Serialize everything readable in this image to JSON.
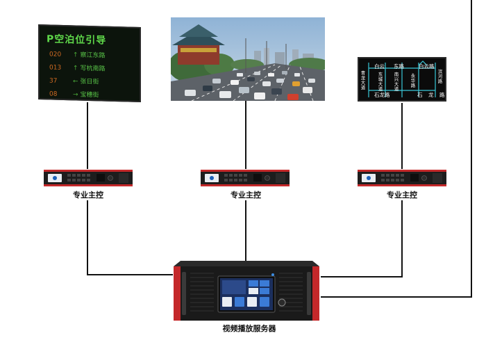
{
  "screens": {
    "parking": {
      "title": "P空泊位引导",
      "rows": [
        {
          "num": "020",
          "arrow": "↑",
          "name": "察江东路"
        },
        {
          "num": "013",
          "arrow": "↑",
          "name": "写杭南路"
        },
        {
          "num": "37",
          "arrow": "←",
          "name": "张日街"
        },
        {
          "num": "08",
          "arrow": "→",
          "name": "宝穗街"
        }
      ]
    },
    "map": {
      "labels": [
        "白云",
        "东路",
        "白云路",
        "石龙路",
        "石",
        "龙",
        "路"
      ],
      "vertical_labels": [
        "青龙大道",
        "东城大道",
        "南兴大道",
        "永华路",
        "滨河路"
      ]
    }
  },
  "controllers": [
    {
      "caption": "专业主控"
    },
    {
      "caption": "专业主控"
    },
    {
      "caption": "专业主控"
    }
  ],
  "server": {
    "caption": "视频播放服务器"
  },
  "colors": {
    "accent": "#c4282a",
    "panel": "#1b1b1b",
    "wire": "#111111"
  }
}
